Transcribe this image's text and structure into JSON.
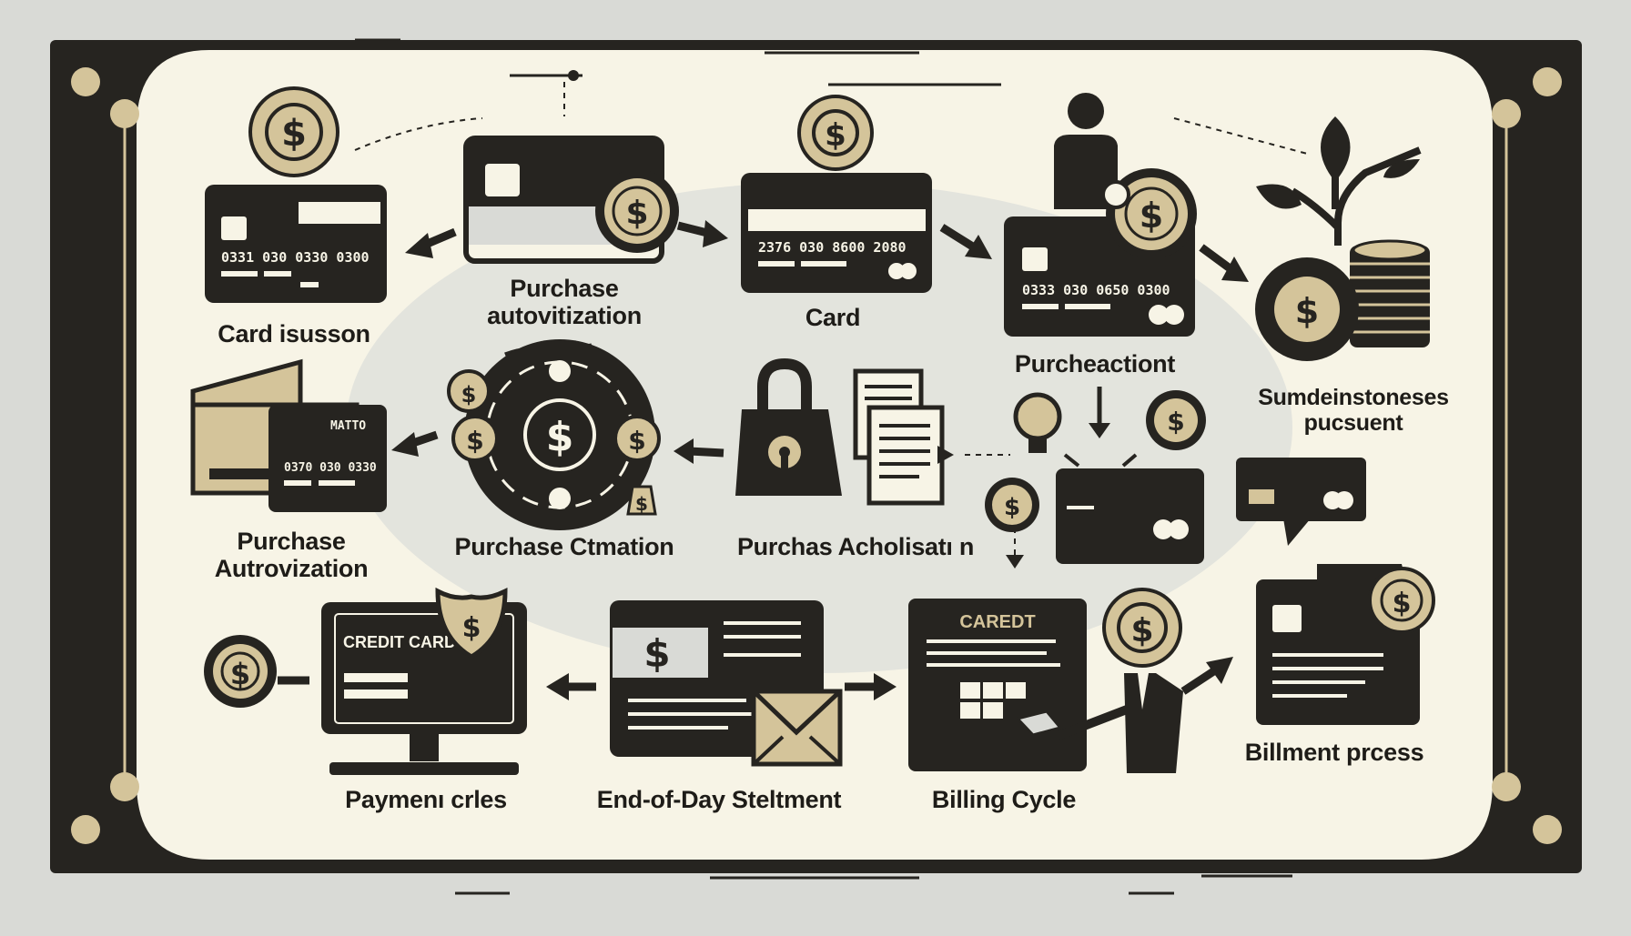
{
  "colors": {
    "background": "#d9dad6",
    "frame": "#262420",
    "panel": "#f7f4e6",
    "center_blob": "#e3e4dd",
    "ink": "#1e1c18",
    "accent_tan": "#d4c49a"
  },
  "labels": {
    "card_issuance": "Card isusson",
    "purchase_authorization_top": [
      "Purchase",
      "autovitization"
    ],
    "card": "Card",
    "purchase_transaction": "Purcheactiont",
    "summary_top_right": [
      "Sumdeinstoneses",
      "pucsuent"
    ],
    "purchase_authorization_left": [
      "Purchase",
      "Autrovization"
    ],
    "purchase_ctmation": "Purchase Ctmation",
    "purchas_acholisation": "Purchas Acholisatı n",
    "payment_cycles": "Paymenı crles",
    "end_of_day_statement": "End-of-Day Steltment",
    "billing_cycle": "Billing Cycle",
    "billment_process": "Billment prcess"
  },
  "card_text": {
    "card1_numbers": "0331 030 0330 0300",
    "card2_numbers": "2376 030 8600 2080",
    "card3_numbers": "0333 030 0650 0300",
    "wallet_card_numbers": "0370 030 0330",
    "wallet_card_tag": "MATTO",
    "credit_card_screen": "CREDIT CARD",
    "bill_document_title": "CAREDT"
  },
  "icons": [
    "dollar-coin-icon",
    "credit-card-icon",
    "gear-coin-icon",
    "person-icon",
    "plant-sprout-icon",
    "coin-stack-icon",
    "wallet-icon",
    "coin-cycle-icon",
    "padlock-bag-icon",
    "documents-icon",
    "lightbulb-icon",
    "monitor-icon",
    "shield-dollar-icon",
    "envelope-icon",
    "statement-icon",
    "businessman-icon",
    "chat-card-icon",
    "arrow-icon"
  ]
}
